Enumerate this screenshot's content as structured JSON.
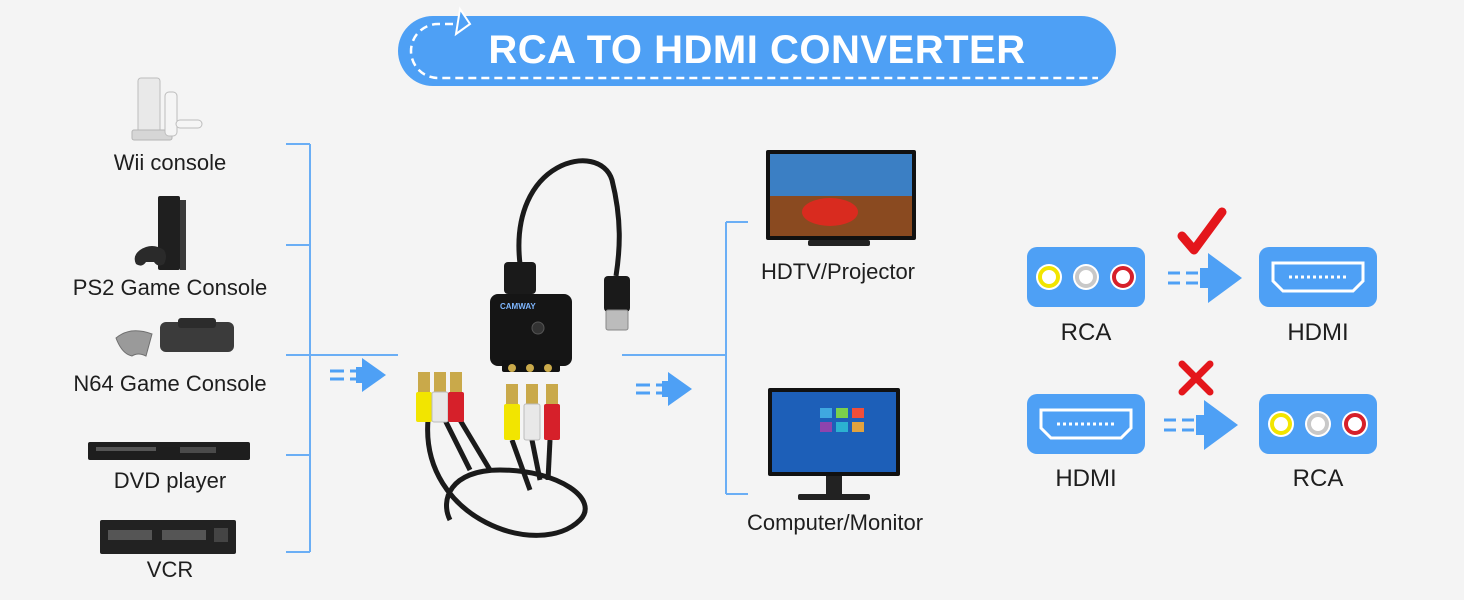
{
  "title": "RCA TO HDMI CONVERTER",
  "sources": [
    {
      "label": "Wii console",
      "icon": "wii-console-icon"
    },
    {
      "label": "PS2 Game Console",
      "icon": "ps2-console-icon"
    },
    {
      "label": "N64 Game Console",
      "icon": "n64-console-icon"
    },
    {
      "label": "DVD player",
      "icon": "dvd-player-icon"
    },
    {
      "label": "VCR",
      "icon": "vcr-icon"
    }
  ],
  "converter": {
    "brand": "CAMWAY"
  },
  "outputs": [
    {
      "label": "HDTV/Projector",
      "icon": "hdtv-icon"
    },
    {
      "label": "Computer/Monitor",
      "icon": "monitor-icon"
    }
  ],
  "compatibility": [
    {
      "from": "RCA",
      "to": "HDMI",
      "supported": true,
      "mark": "check-icon"
    },
    {
      "from": "HDMI",
      "to": "RCA",
      "supported": false,
      "mark": "cross-icon"
    }
  ],
  "colors": {
    "accent_blue": "#4ea0f5",
    "line_blue": "#6aaef5",
    "check_red": "#e4161b",
    "rca_yellow": "#f2e500",
    "rca_white": "#d8d8d8",
    "rca_red": "#d6202a"
  }
}
